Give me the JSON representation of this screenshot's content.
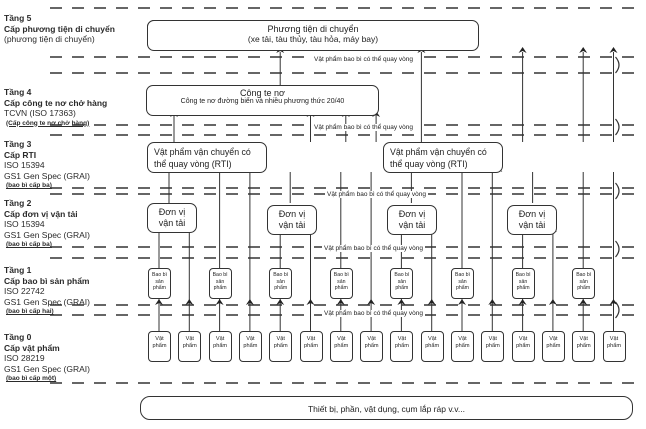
{
  "levels": [
    {
      "title": "Tầng 5",
      "name": "Cấp phương tiện di chuyển",
      "lines": [
        "(phương tiện di chuyển)"
      ],
      "note": ""
    },
    {
      "title": "Tầng 4",
      "name": "Cấp công te nơ chở hàng",
      "lines": [
        "TCVN (ISO 17363)"
      ],
      "note": "(Cấp công te nơ chở hàng)"
    },
    {
      "title": "Tầng 3",
      "name": "Cấp RTI",
      "lines": [
        "ISO 15394",
        "GS1 Gen Spec (GRAI)"
      ],
      "note": "(bao bì cấp ba)"
    },
    {
      "title": "Tầng 2",
      "name": "Cấp đơn vị vận tải",
      "lines": [
        "ISO 15394",
        "GS1 Gen Spec (GRAI)"
      ],
      "note": "(bao bì cấp ba)"
    },
    {
      "title": "Tầng 1",
      "name": "Cấp bao bì sản phẩm",
      "lines": [
        "ISO 22742",
        "GS1 Gen Spec (GRAI)"
      ],
      "note": "(bao bì cấp hai)"
    },
    {
      "title": "Tầng 0",
      "name": "Cấp vật phẩm",
      "lines": [
        "ISO 28219",
        "GS1 Gen Spec (GRAI)"
      ],
      "note": "(bao bì cấp một)"
    }
  ],
  "boxes": {
    "vehicle": {
      "title": "Phương tiện di chuyển",
      "subtitle": "(xe tải, tàu thủy, tàu hỏa, máy bay)"
    },
    "container": {
      "title": "Công te nơ",
      "subtitle": "Công te nơ đường biển và nhiều phương thức 20/40"
    },
    "rti": "Vật phẩm vận chuyển có thể quay vòng (RTI)",
    "transport_unit": "Đơn vị vận tải",
    "product_package": "Bao bì sản phẩm",
    "item": "Vật phẩm",
    "base": "Thiết bị, phần, vật dụng, cụm lắp ráp v.v..."
  },
  "returnable_label": "Vật phẩm bao bì có thể quay vòng",
  "colors": {
    "line": "#333333",
    "background": "#ffffff"
  }
}
